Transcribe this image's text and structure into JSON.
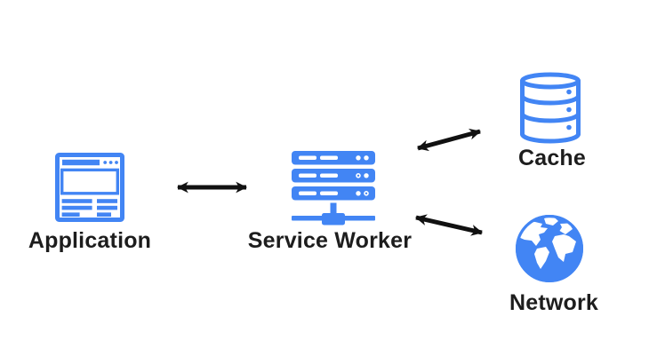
{
  "diagram": {
    "background": "#ffffff",
    "accent_blue": "#4285F4",
    "arrow_color": "#111111",
    "label_color": "#1d1d1d",
    "nodes": {
      "application": {
        "label": "Application",
        "icon": "browser-window-icon"
      },
      "service_worker": {
        "label": "Service Worker",
        "icon": "server-stack-icon"
      },
      "cache": {
        "label": "Cache",
        "icon": "database-cylinder-icon"
      },
      "network": {
        "label": "Network",
        "icon": "globe-icon"
      }
    },
    "edges": [
      {
        "from": "Application",
        "to": "Service Worker",
        "type": "bidirectional-arrow"
      },
      {
        "from": "Service Worker",
        "to": "Cache",
        "type": "bidirectional-arrow"
      },
      {
        "from": "Service Worker",
        "to": "Network",
        "type": "bidirectional-arrow"
      }
    ]
  }
}
